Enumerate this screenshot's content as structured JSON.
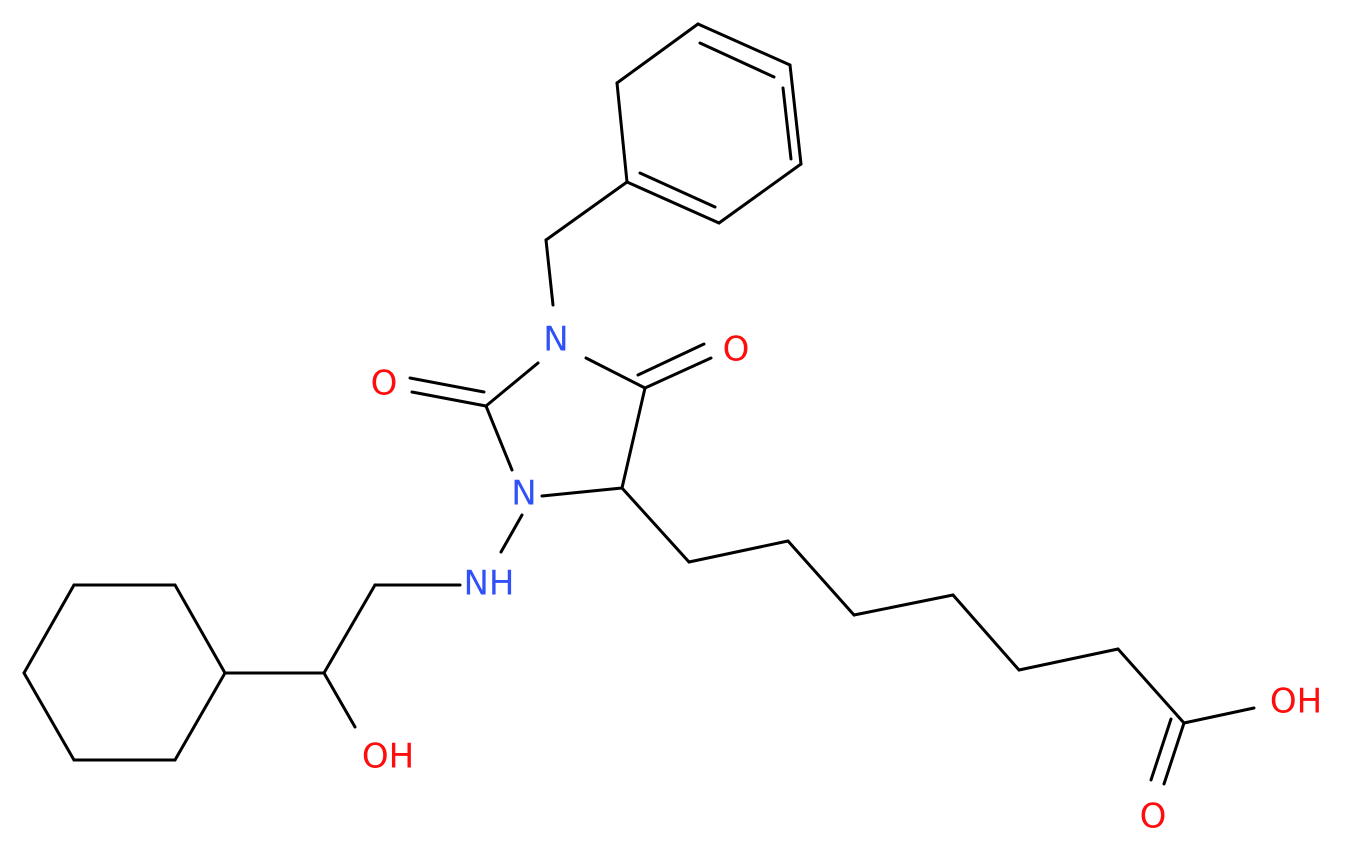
{
  "molecule": {
    "atoms": {
      "n_benzyl": {
        "text": "N",
        "color": "#3050f8"
      },
      "o_ring_right": {
        "text": "O",
        "color": "#ff0d0d"
      },
      "o_ring_left": {
        "text": "O",
        "color": "#ff0d0d"
      },
      "n_ring_lower": {
        "text": "N",
        "color": "#3050f8"
      },
      "nh_linker": {
        "text": "NH",
        "color": "#3050f8"
      },
      "oh_alcohol": {
        "text": "OH",
        "color": "#ff0d0d"
      },
      "oh_acid": {
        "text": "OH",
        "color": "#ff0d0d"
      },
      "o_acid": {
        "text": "O",
        "color": "#ff0d0d"
      }
    },
    "bond_color": "#000000"
  }
}
